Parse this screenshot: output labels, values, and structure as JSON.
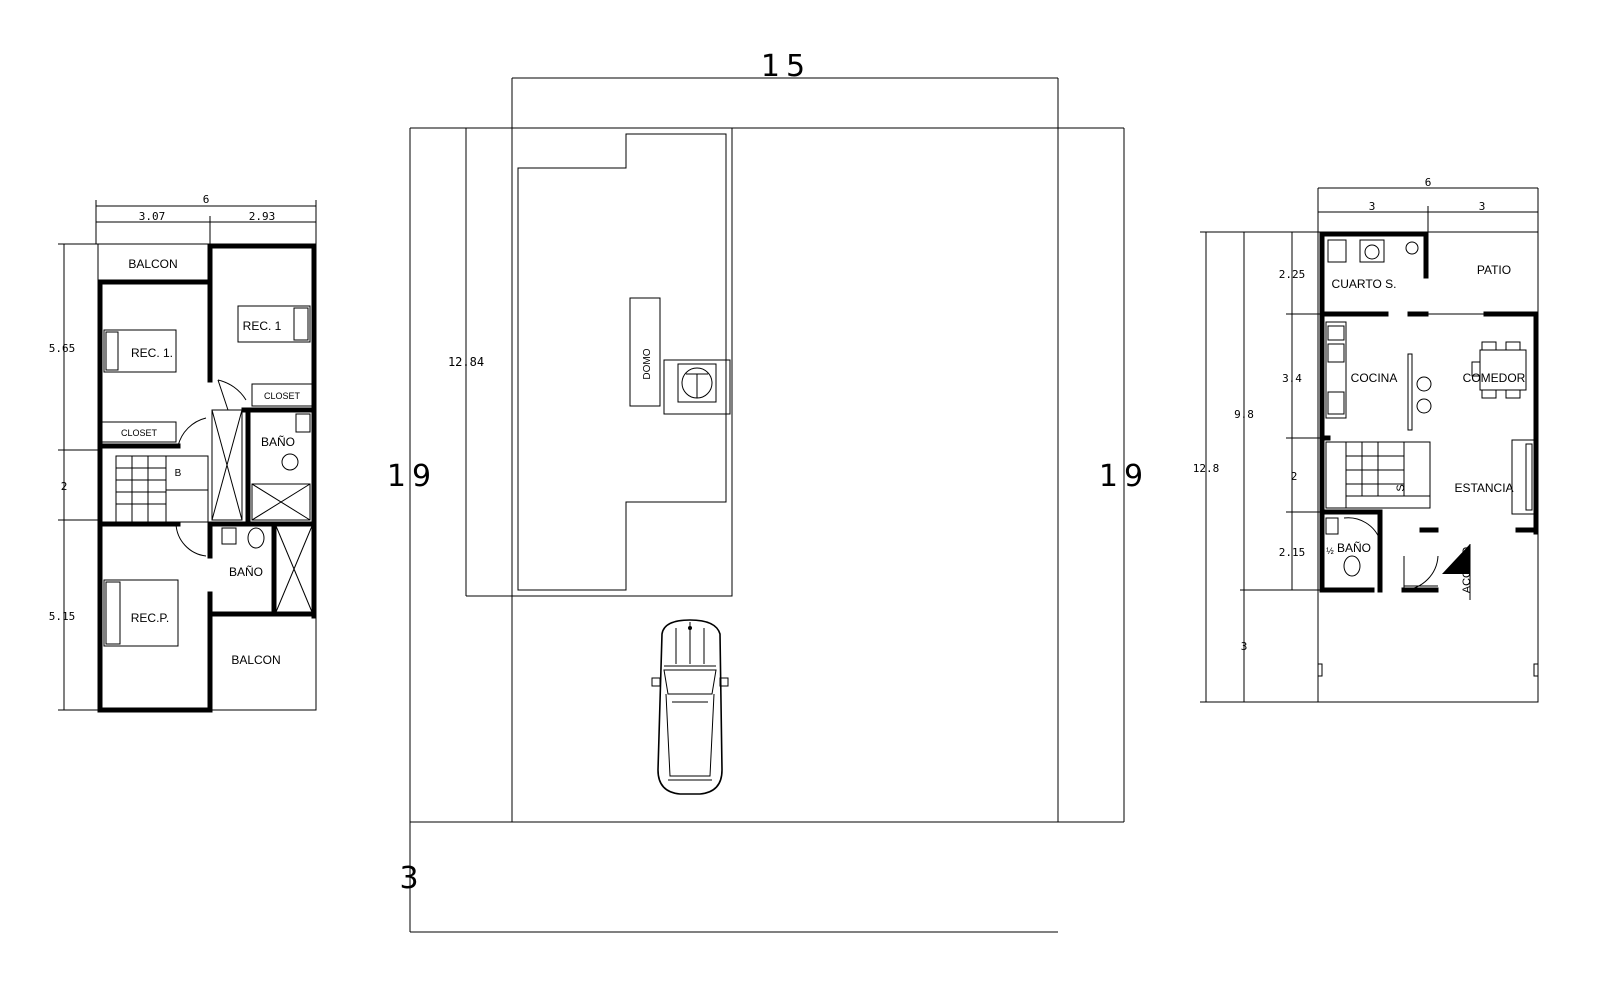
{
  "site": {
    "width_label": "15",
    "depth_left_label": "19",
    "depth_right_label": "19",
    "front_label": "3",
    "roof_depth_label": "12.84",
    "domo_label": "DOMO"
  },
  "upper_floor": {
    "width_total": "6",
    "width_left": "3.07",
    "width_right": "2.93",
    "depth_a": "5.65",
    "depth_b": "2",
    "depth_c": "5.15",
    "balcon_top": "BALCON",
    "rec1_left": "REC. 1.",
    "rec1_right": "REC. 1",
    "closet_right": "CLOSET",
    "closet_left": "CLOSET",
    "bano_top": "BAÑO",
    "bano_bottom": "BAÑO",
    "recp": "REC.P.",
    "balcon_bottom": "BALCON",
    "stair_mark": "B"
  },
  "ground_floor": {
    "width_total": "6",
    "width_left": "3",
    "width_right": "3",
    "depth_total": "12.8",
    "depth_house": "9.8",
    "d1": "2.25",
    "d2": "3.4",
    "d3": "2",
    "d4": "2.15",
    "d5": "3",
    "cuarto": "CUARTO S.",
    "patio": "PATIO",
    "cocina": "COCINA",
    "comedor": "COMEDOR",
    "estancia": "ESTANCIA",
    "half": "½",
    "bano": "BAÑO",
    "acceso": "ACCESO",
    "stair_mark": "S"
  }
}
